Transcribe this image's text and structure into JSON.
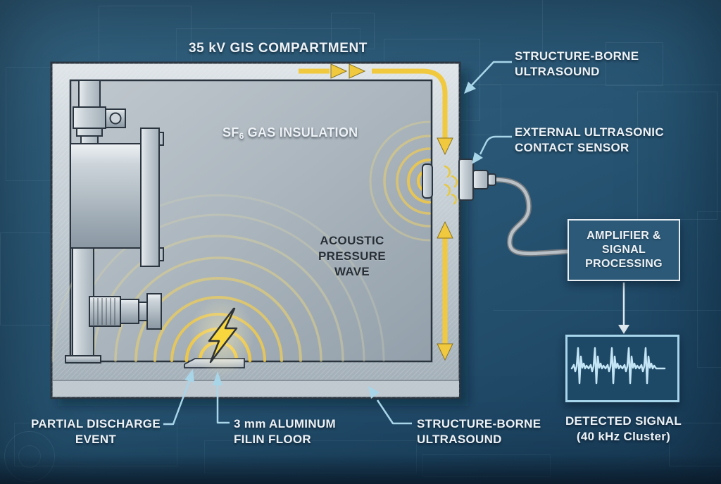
{
  "labels": {
    "title": "35 kV GIS COMPARTMENT",
    "structure_borne_top": {
      "line1": "STRUCTURE-BORNE",
      "line2": "ULTRASOUND"
    },
    "external_sensor": {
      "line1": "EXTERNAL ULTRASONIC",
      "line2": "CONTACT SENSOR"
    },
    "sf6": {
      "prefix": "SF",
      "sub": "6",
      "suffix": "GAS INSULATION"
    },
    "acoustic_wave": {
      "line1": "ACOUSTIC",
      "line2": "PRESSURE",
      "line3": "WAVE"
    },
    "amplifier_box": {
      "line1": "AMPLIFIER &",
      "line2": "SIGNAL",
      "line3": "PROCESSING"
    },
    "detected_signal": {
      "line1": "DETECTED SIGNAL",
      "line2": "(40 kHz Cluster)"
    },
    "partial_discharge": {
      "line1": "PARTIAL DISCHARGE",
      "line2": "EVENT"
    },
    "aluminum_film": {
      "line1": "3 mm ALUMINUM",
      "line2": "FILIN FLOOR"
    },
    "structure_borne_bottom": {
      "line1": "STRUCTURE-BORNE",
      "line2": "ULTRASOUND"
    }
  },
  "icons": {
    "partial_discharge_event": "lightning-bolt",
    "detected_signal": "waveform-burst",
    "acoustic_emission": "concentric-arcs",
    "ultrasound_propagation": "yellow-arrows",
    "callouts": "light-blue-arrows"
  },
  "colors": {
    "background_top": "#33627F",
    "background_bottom": "#193C58",
    "wall_gray": "#C2CCD3",
    "interior_gray": "#A9B4BD",
    "wave_yellow": "#F2CB43",
    "callout_blue": "#A9D5E9",
    "text_light": "#EDF2F6",
    "text_dark": "#272E35",
    "amplifier_border": "#E9EEF2",
    "signal_border": "#A7D5EB",
    "waveform": "#C3E5F5"
  }
}
